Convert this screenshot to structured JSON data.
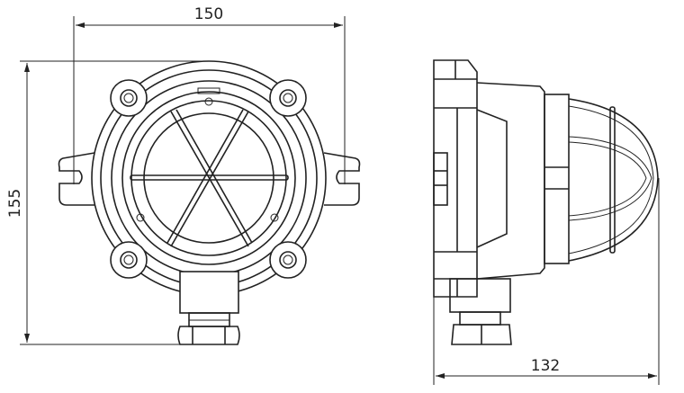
{
  "drawing": {
    "front_view": {
      "width_dimension": "150",
      "height_dimension": "155"
    },
    "side_view": {
      "depth_dimension": "132"
    },
    "line_color": "#222222"
  }
}
